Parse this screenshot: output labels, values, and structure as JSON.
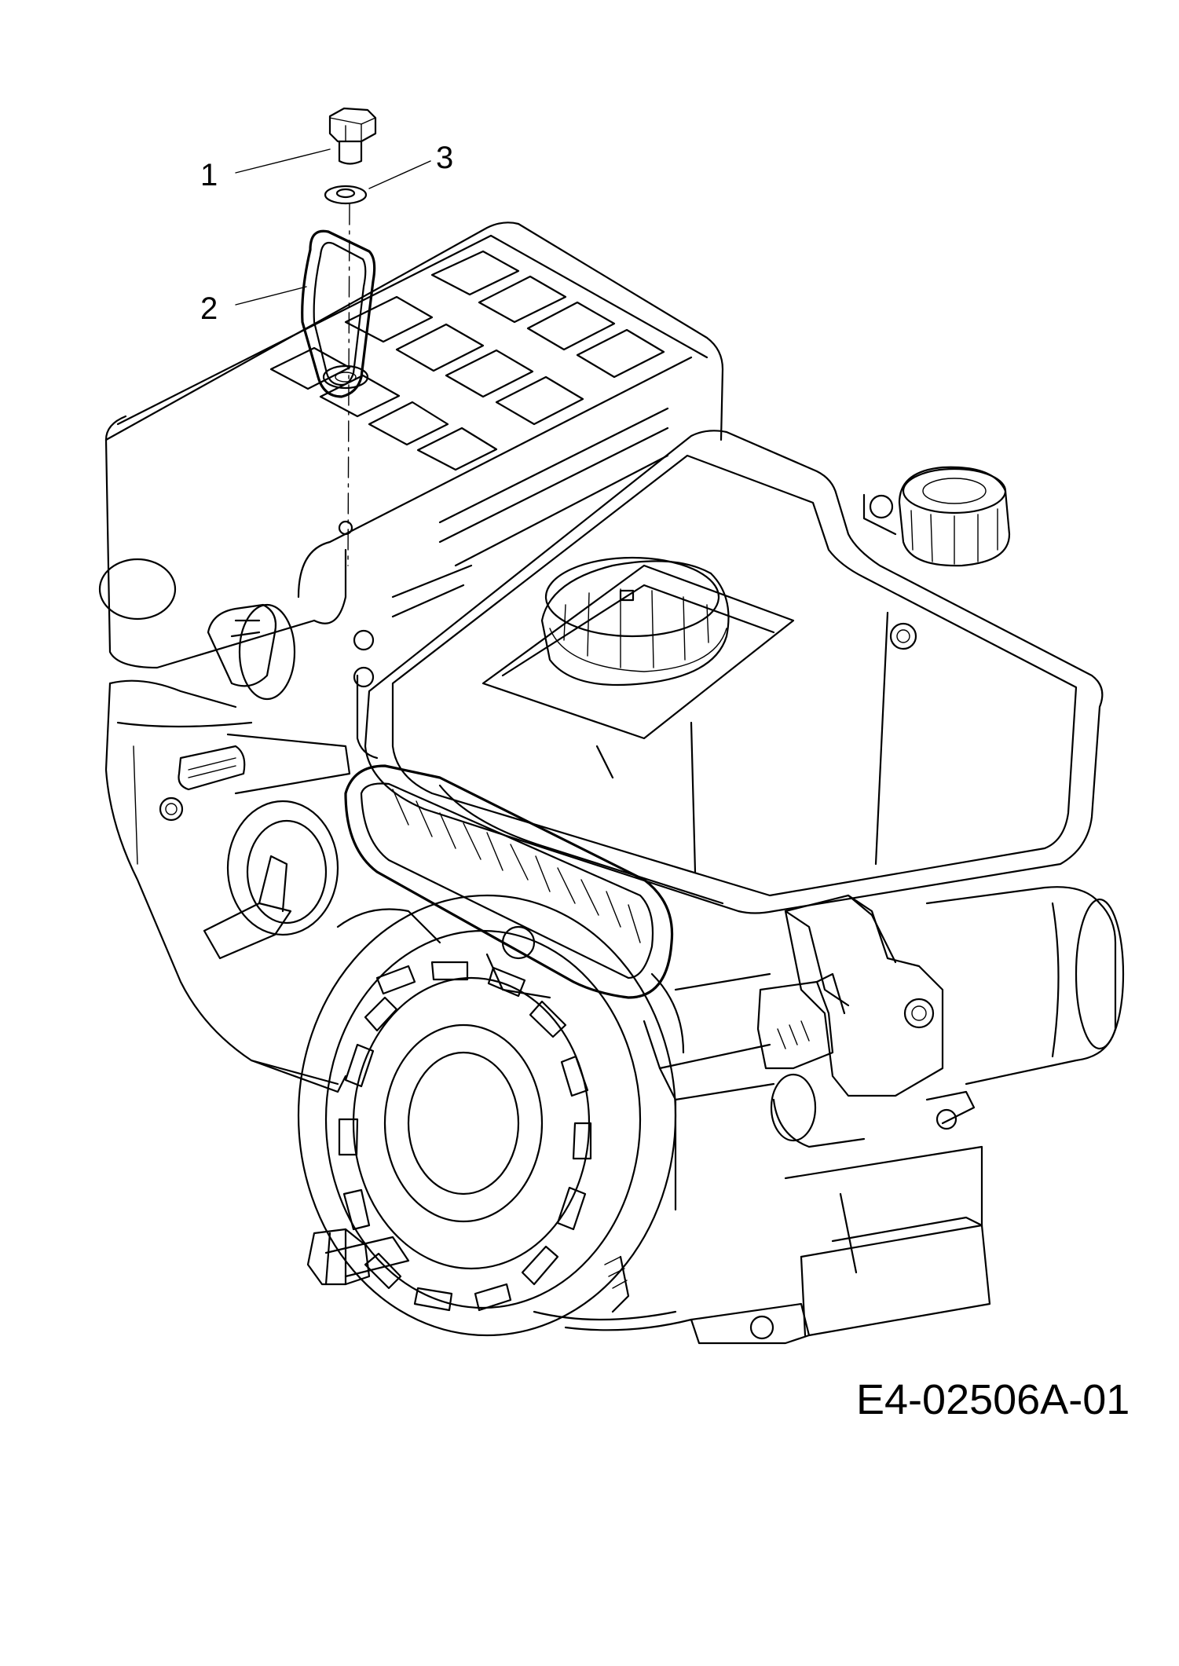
{
  "callouts": [
    {
      "id": "1",
      "label": "1"
    },
    {
      "id": "2",
      "label": "2"
    },
    {
      "id": "3",
      "label": "3"
    }
  ],
  "drawing_code": "E4-02506A-01"
}
